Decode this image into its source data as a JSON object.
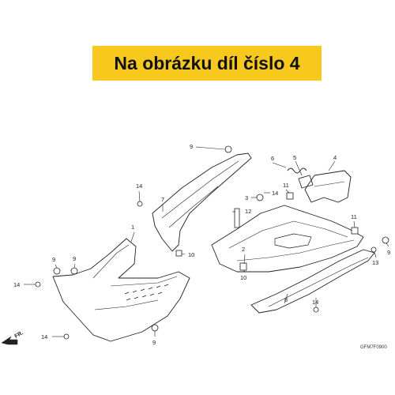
{
  "banner": {
    "text": "Na obrázku díl číslo 4",
    "color": "#f7c91f"
  },
  "diagram_code": "GFM7F0900",
  "direction": "FR.",
  "callouts": [
    {
      "id": "c9a",
      "label": "9"
    },
    {
      "id": "c14a",
      "label": "14"
    },
    {
      "id": "c7",
      "label": "7"
    },
    {
      "id": "c1",
      "label": "1"
    },
    {
      "id": "c10a",
      "label": "10"
    },
    {
      "id": "c9b",
      "label": "9"
    },
    {
      "id": "c9c",
      "label": "9"
    },
    {
      "id": "c14b",
      "label": "14"
    },
    {
      "id": "c14c",
      "label": "14"
    },
    {
      "id": "c9d",
      "label": "9"
    },
    {
      "id": "c6",
      "label": "6"
    },
    {
      "id": "c5",
      "label": "5"
    },
    {
      "id": "c4",
      "label": "4"
    },
    {
      "id": "c11a",
      "label": "11"
    },
    {
      "id": "c3",
      "label": "3"
    },
    {
      "id": "c14d",
      "label": "14"
    },
    {
      "id": "c12",
      "label": "12"
    },
    {
      "id": "c11b",
      "label": "11"
    },
    {
      "id": "c9e",
      "label": "9"
    },
    {
      "id": "c2",
      "label": "2"
    },
    {
      "id": "c13",
      "label": "13"
    },
    {
      "id": "c10b",
      "label": "10"
    },
    {
      "id": "c8",
      "label": "8"
    },
    {
      "id": "c14e",
      "label": "14"
    }
  ]
}
